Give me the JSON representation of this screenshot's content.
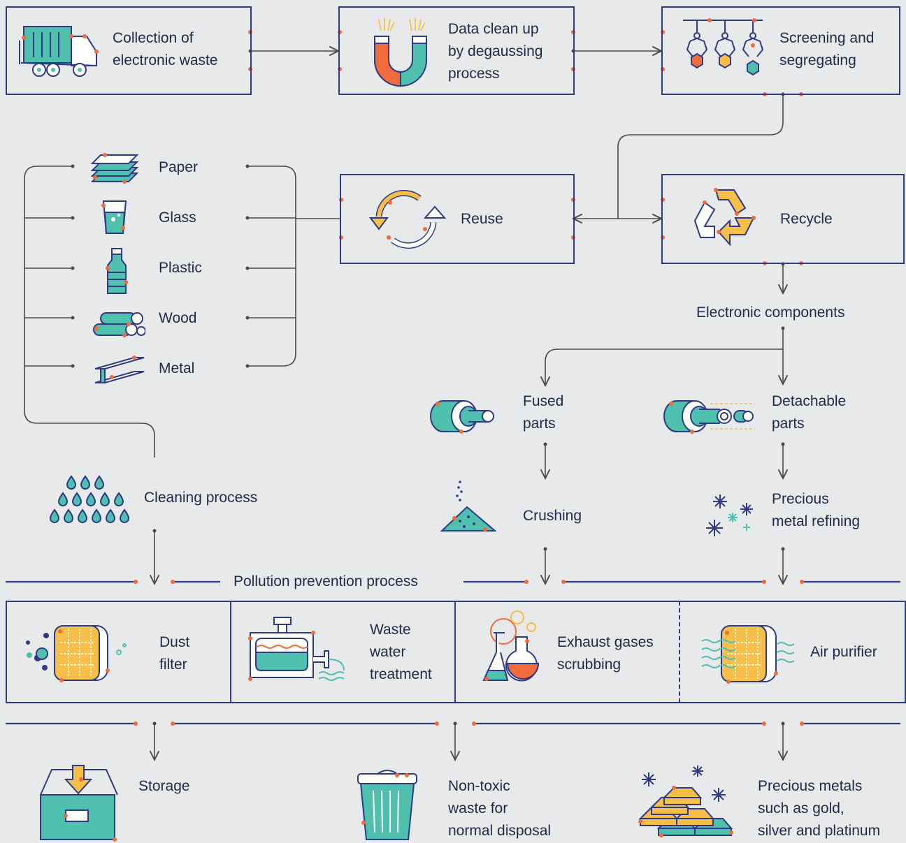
{
  "top": {
    "collection": "Collection of\nelectronic waste",
    "degauss": "Data clean up\nby degaussing\nprocess",
    "screening": "Screening and\nsegregating"
  },
  "materials": {
    "paper": "Paper",
    "glass": "Glass",
    "plastic": "Plastic",
    "wood": "Wood",
    "metal": "Metal"
  },
  "reuse": "Reuse",
  "recycle": "Recycle",
  "components": "Electronic components",
  "fused": "Fused\nparts",
  "detachable": "Detachable\nparts",
  "cleaning": "Cleaning process",
  "crushing": "Crushing",
  "refining": "Precious\nmetal refining",
  "pollution": "Pollution prevention process",
  "filters": {
    "dust": "Dust\nfilter",
    "water": "Waste\nwater\ntreatment",
    "exhaust": "Exhaust gases\nscrubbing",
    "air": "Air purifier"
  },
  "outputs": {
    "storage": "Storage",
    "nontoxic": "Non-toxic\nwaste for\nnormal disposal",
    "precious": "Precious metals\nsuch as gold,\nsilver and platinum"
  },
  "colors": {
    "navy": "#2e3a86",
    "teal": "#4fc0ad",
    "orange": "#f26b3a",
    "yellow": "#f7bf47",
    "line": "#4a4a4a"
  }
}
